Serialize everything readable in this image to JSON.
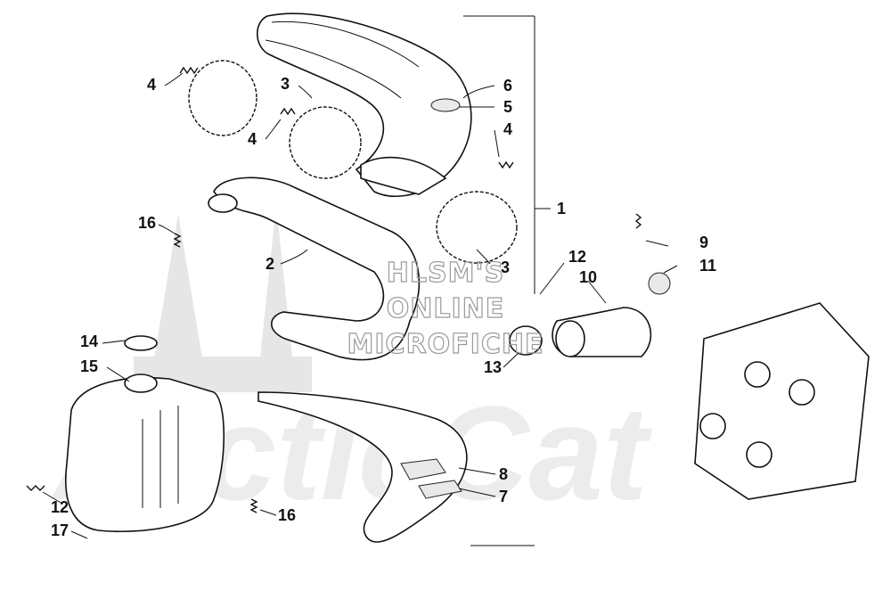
{
  "watermark": {
    "line1": "HLSM'S",
    "line2": "ONLINE",
    "line3": "MICROFICHE",
    "logo": "ArcticCat"
  },
  "callouts": {
    "c1": "1",
    "c2": "2",
    "c3a": "3",
    "c3b": "3",
    "c4a": "4",
    "c4b": "4",
    "c4c": "4",
    "c5": "5",
    "c6": "6",
    "c7": "7",
    "c8": "8",
    "c9": "9",
    "c10": "10",
    "c11": "11",
    "c12a": "12",
    "c12b": "12",
    "c13": "13",
    "c14": "14",
    "c15": "15",
    "c16a": "16",
    "c16b": "16",
    "c17": "17"
  }
}
